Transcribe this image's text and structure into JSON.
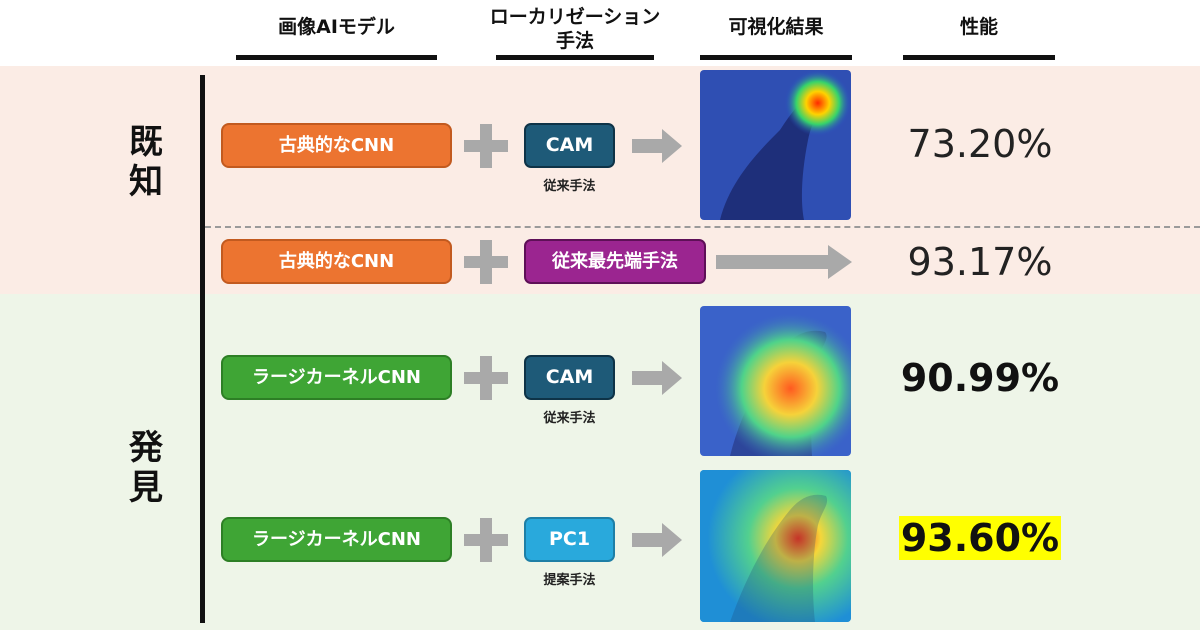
{
  "headers": {
    "model": "画像AIモデル",
    "method_line1": "ローカリゼーション",
    "method_line2": "手法",
    "visualization": "可視化結果",
    "performance": "性能"
  },
  "sections": {
    "known": {
      "line1": "既",
      "line2": "知"
    },
    "discovered": {
      "line1": "発",
      "line2": "見"
    }
  },
  "rows": [
    {
      "model": "古典的なCNN",
      "method": "CAM",
      "caption": "従来手法",
      "performance": "73.20%",
      "has_image": true
    },
    {
      "model": "古典的なCNN",
      "method": "従来最先端手法",
      "caption": "",
      "performance": "93.17%",
      "has_image": false
    },
    {
      "model": "ラージカーネルCNN",
      "method": "CAM",
      "caption": "従来手法",
      "performance": "90.99%",
      "has_image": true
    },
    {
      "model": "ラージカーネルCNN",
      "method": "PC1",
      "caption": "提案手法",
      "performance": "93.60%",
      "has_image": true
    }
  ],
  "colors": {
    "classic_cnn": "#ec7430",
    "large_kernel_cnn": "#3fa535",
    "cam": "#1e5a78",
    "sota": "#9b2590",
    "pc1": "#29a9dc",
    "highlight": "#ffff00",
    "known_band": "#fbece5",
    "discovered_band": "#eef5e8"
  }
}
